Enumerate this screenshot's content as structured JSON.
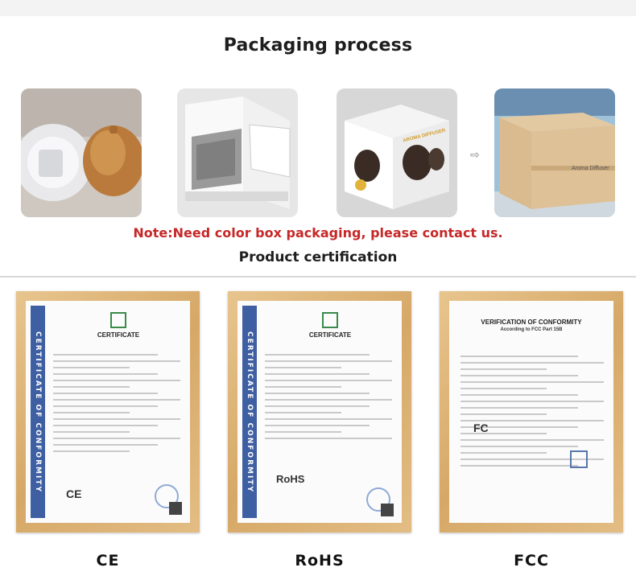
{
  "heading": "Packaging process",
  "note": "Note:Need color box packaging, please contact us.",
  "subheading": "Product certification",
  "packaging_steps": [
    {
      "name": "product-and-packing-photo"
    },
    {
      "name": "open-box-with-foam-photo"
    },
    {
      "name": "color-box-photo",
      "box_text": "AROMA DIFFUSER"
    },
    {
      "name": "carton-photo",
      "box_text": "Aroma Diffuser"
    }
  ],
  "certificates": [
    {
      "id": "ce",
      "caption": "CE",
      "side_text": "CERTIFICATE OF CONFORMITY",
      "header": "CERTIFICATE",
      "mark": "CE"
    },
    {
      "id": "rohs",
      "caption": "RoHS",
      "side_text": "CERTIFICATE OF CONFORMITY",
      "header": "CERTIFICATE",
      "mark": "RoHS"
    },
    {
      "id": "fcc",
      "caption": "FCC",
      "header": "VERIFICATION OF CONFORMITY",
      "subheader": "According to FCC Part 15B",
      "mark": "FC"
    }
  ],
  "arrow": "⇨"
}
